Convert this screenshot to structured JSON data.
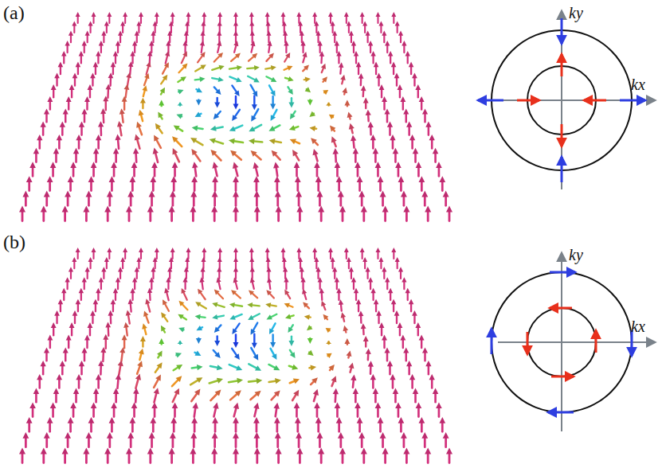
{
  "diagram": {
    "labels": [
      "(a)",
      "ky",
      "kx",
      "(b)",
      "ky",
      "kx"
    ]
  }
}
